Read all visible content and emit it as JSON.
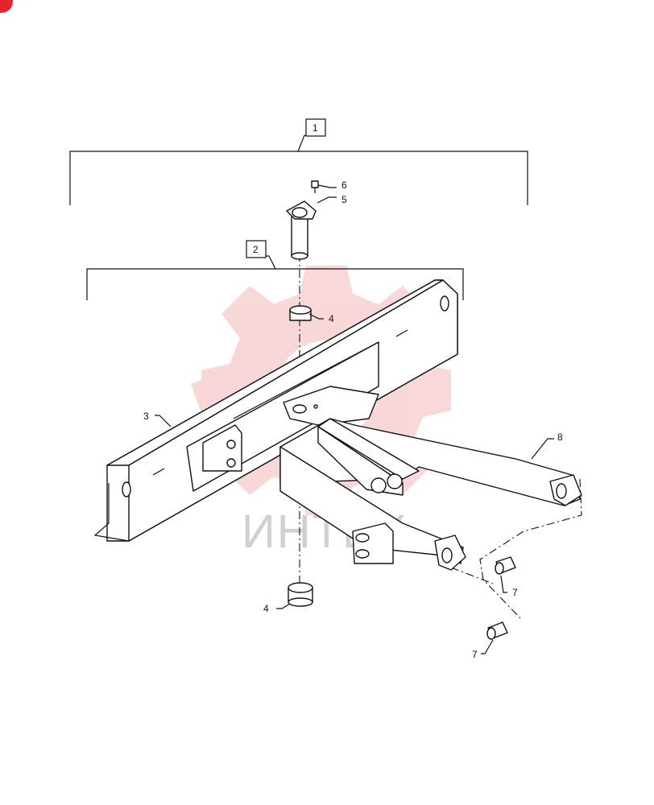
{
  "callouts": {
    "c1": "1",
    "c2": "2",
    "c3": "3",
    "c4a": "4",
    "c4b": "4",
    "c5": "5",
    "c6": "6",
    "c7a": "7",
    "c7b": "7",
    "c8": "8"
  },
  "watermark": {
    "text": "ИНТЕХ",
    "color": "#f2b8b8"
  },
  "corner_badge": {
    "color": "#e3262b"
  }
}
